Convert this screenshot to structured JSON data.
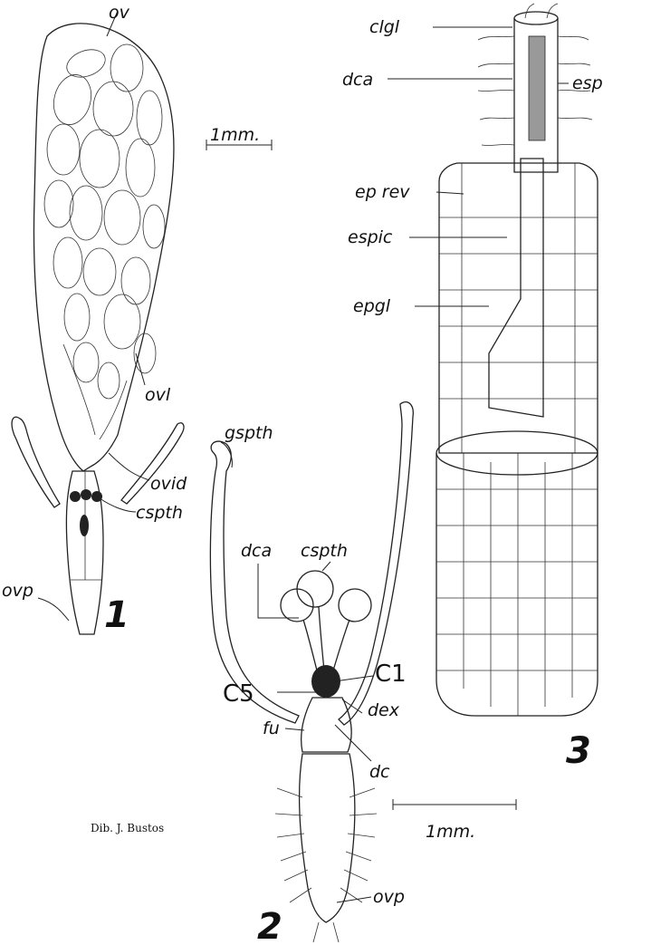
{
  "figures": [
    {
      "number": "1",
      "labels": {
        "ov": "ov",
        "ovl": "ovl",
        "ovid": "ovid",
        "cspth": "cspth",
        "ovp": "ovp"
      }
    },
    {
      "number": "2",
      "labels": {
        "gspth": "gspth",
        "dca": "dca",
        "cspth": "cspth",
        "c1": "C1",
        "c5": "C5",
        "dex": "dex",
        "fu": "fu",
        "dc": "dc",
        "ovp": "ovp"
      }
    },
    {
      "number": "3",
      "labels": {
        "clgl": "clgl",
        "dca": "dca",
        "esp": "esp",
        "ep_rev": "ep rev",
        "espic": "espic",
        "epgl": "epgl"
      }
    }
  ],
  "scale_bars": [
    "1mm.",
    "1mm."
  ],
  "credit": "Dib. J. Bustos",
  "colors": {
    "ink": "#222222",
    "paper": "#ffffff"
  }
}
